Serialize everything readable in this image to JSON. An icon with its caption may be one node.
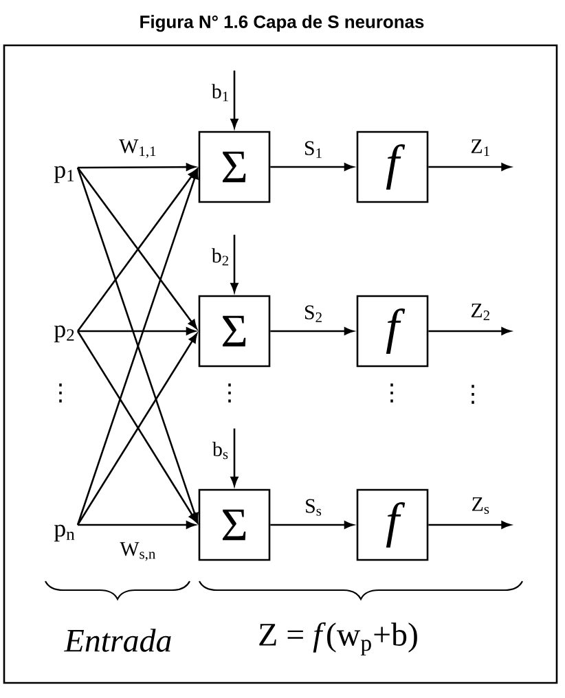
{
  "diagram": {
    "title": "Figura N° 1.6 Capa de S neuronas",
    "nodes": [
      {
        "text": [
          "p$_{1}$"
        ]
      },
      {
        "text": [
          "Σ"
        ]
      },
      {
        "text": [
          "f"
        ]
      },
      {
        "text": [
          "p$_{2}$"
        ]
      },
      {
        "text": [
          "Σ"
        ]
      },
      {
        "text": [
          "f"
        ]
      },
      {
        "text": [
          "p$_{n}$"
        ]
      },
      {
        "text": [
          "Σ"
        ]
      },
      {
        "text": [
          "f"
        ]
      }
    ],
    "edges": [
      {
        "from": null,
        "to": 1,
        "arrow": "to",
        "label": "b$_{1}$"
      },
      {
        "from": 0,
        "to": 1,
        "arrow": "to",
        "label": "W$_{1,1}$"
      },
      {
        "from": 0,
        "to": 4,
        "arrow": "to"
      },
      {
        "from": 0,
        "to": 7,
        "arrow": "to"
      },
      {
        "from": 3,
        "to": 1,
        "arrow": "to"
      },
      {
        "from": 3,
        "to": 4,
        "arrow": "to"
      },
      {
        "from": 3,
        "to": 7,
        "arrow": "to"
      },
      {
        "from": 6,
        "to": 1,
        "arrow": "to"
      },
      {
        "from": 6,
        "to": 4,
        "arrow": "to"
      },
      {
        "from": 6,
        "to": 7,
        "arrow": "to",
        "label": "W$_{s,n}$"
      },
      {
        "from": 1,
        "to": 2,
        "arrow": "to",
        "label": "S$_{1}$"
      },
      {
        "from": 2,
        "to": null,
        "arrow": "to",
        "label": "Z$_{1}$"
      },
      {
        "from": null,
        "to": 4,
        "arrow": "to",
        "label": "b$_{2}$"
      },
      {
        "from": 4,
        "to": 5,
        "arrow": "to",
        "label": "S$_{2}$"
      },
      {
        "from": 5,
        "to": null,
        "arrow": "to",
        "label": "Z$_{2}$"
      },
      {
        "from": null,
        "to": 7,
        "arrow": "to",
        "label": "b$_{s}$"
      },
      {
        "from": 7,
        "to": 8,
        "arrow": "to",
        "label": "S$_{s}$"
      },
      {
        "from": 8,
        "to": null,
        "arrow": "to",
        "label": "Z$_{s}$"
      }
    ],
    "labels": [
      "⋮",
      "⋮",
      "⋮",
      "⋮",
      "Entrada",
      "Z = *f*(w$_{p}$+b)"
    ]
  }
}
